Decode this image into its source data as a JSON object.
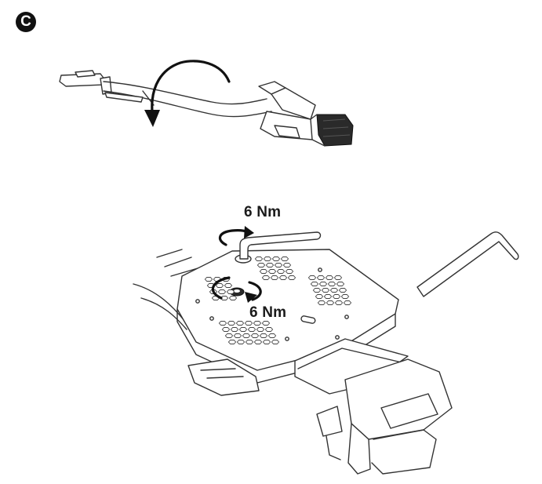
{
  "step": {
    "label": "C"
  },
  "torque": {
    "top_label": "6 Nm",
    "bottom_label": "6 Nm"
  },
  "icons": [
    "rotate-arrow-icon",
    "hex-key-icon",
    "tighten-arrow-icon"
  ],
  "colors": {
    "line": "#333333",
    "fill": "#ffffff",
    "ink": "#111111"
  }
}
